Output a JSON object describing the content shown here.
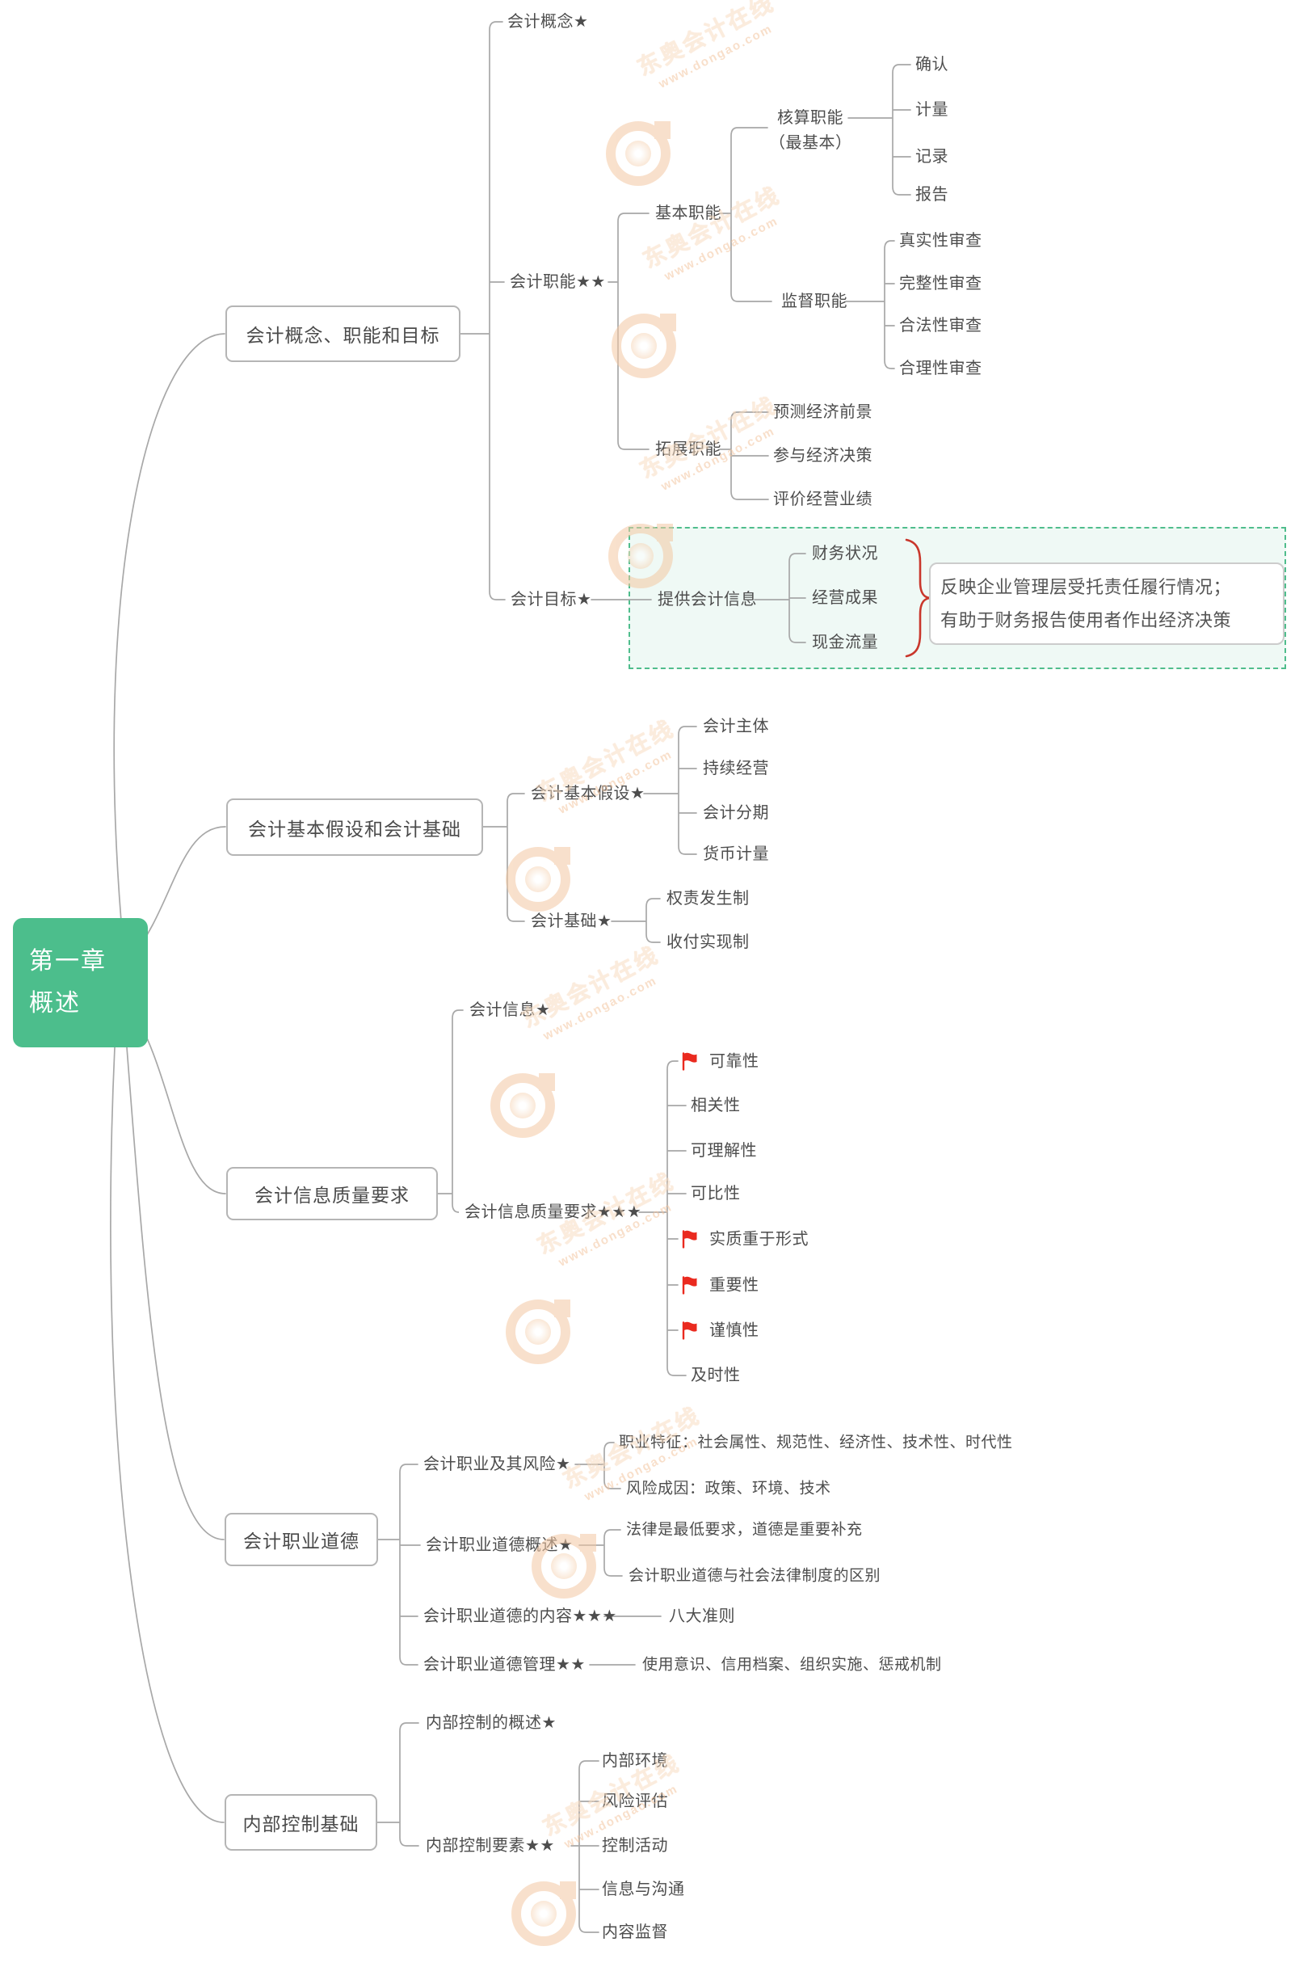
{
  "root": {
    "line1": "第一章",
    "line2": "概述"
  },
  "watermark": {
    "brand": "东奥会计在线",
    "url": "www.dongao.com"
  },
  "colors": {
    "root_bg": "#4cbe8c",
    "connector": "#a8a8a8",
    "flag_red": "#ea2a1f",
    "brace_red": "#c9372c",
    "highlight_border": "#4fbd8c",
    "highlight_bg": "#eef7f1"
  },
  "n": {
    "b1": "会计概念、职能和目标",
    "b1_concept": "会计概念★",
    "b1_function": "会计职能★★",
    "b1_goal": "会计目标★",
    "basic_function": "基本职能",
    "extend_function": "拓展职能",
    "provide_info": "提供会计信息",
    "account_func": "核算职能",
    "account_func_sub": "（最基本）",
    "supervise_func": "监督职能",
    "confirm": "确认",
    "measure": "计量",
    "record": "记录",
    "report": "报告",
    "audit_truth": "真实性审查",
    "audit_complete": "完整性审查",
    "audit_legal": "合法性审查",
    "audit_reasonable": "合理性审查",
    "predict_economy": "预测经济前景",
    "join_decision": "参与经济决策",
    "evaluate_performance": "评价经营业绩",
    "fin_status": "财务状况",
    "oper_result": "经营成果",
    "cash_flow": "现金流量",
    "note1": "反映企业管理层受托责任履行情况；",
    "note2": "有助于财务报告使用者作出经济决策",
    "b2": "会计基本假设和会计基础",
    "basic_assumption": "会计基本假设★",
    "acc_entity": "会计主体",
    "going_concern": "持续经营",
    "acc_period": "会计分期",
    "monetary_measure": "货币计量",
    "acc_basis": "会计基础★",
    "accrual": "权责发生制",
    "cash_basis": "收付实现制",
    "b3": "会计信息质量要求",
    "acc_info": "会计信息★",
    "quality_req": "会计信息质量要求★★★",
    "reliability": "可靠性",
    "relevance": "相关性",
    "understandability": "可理解性",
    "comparability": "可比性",
    "substance_over_form": "实质重于形式",
    "materiality": "重要性",
    "prudence": "谨慎性",
    "timeliness": "及时性",
    "b4": "会计职业道德",
    "profession_risk": "会计职业及其风险★",
    "profession_traits": "职业特征：社会属性、规范性、经济性、技术性、时代性",
    "risk_causes": "风险成因：政策、环境、技术",
    "ethics_overview": "会计职业道德概述★",
    "law_vs_moral": "法律是最低要求，道德是重要补充",
    "ethics_vs_law": "会计职业道德与社会法律制度的区别",
    "ethics_content": "会计职业道德的内容★★★",
    "eight_rules": "八大准则",
    "ethics_mgmt": "会计职业道德管理★★",
    "mgmt_measures": "使用意识、信用档案、组织实施、惩戒机制",
    "b5": "内部控制基础",
    "ic_overview": "内部控制的概述★",
    "ic_elements": "内部控制要素★★",
    "internal_env": "内部环境",
    "risk_assessment": "风险评估",
    "control_activities": "控制活动",
    "info_communication": "信息与沟通",
    "content_supervision": "内容监督"
  }
}
